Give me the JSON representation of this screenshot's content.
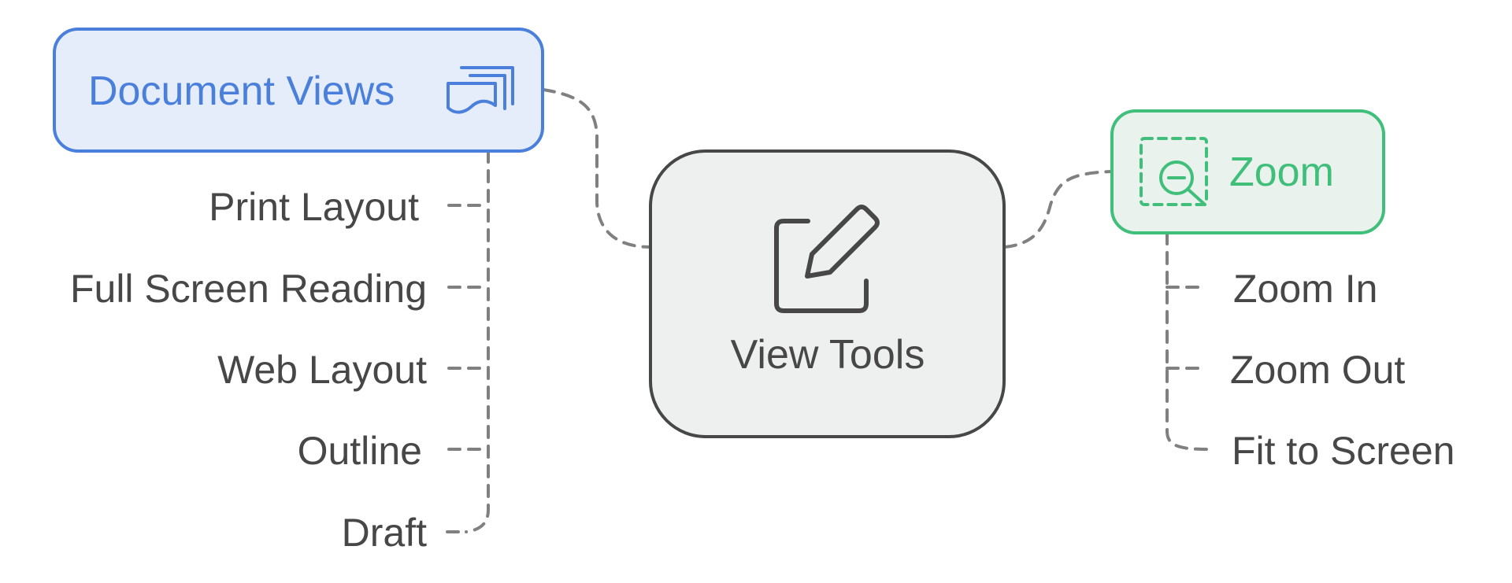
{
  "colors": {
    "background": "#ffffff",
    "connector": "#808080",
    "text_dark": "#474747",
    "central_fill": "#edf0ef",
    "central_stroke": "#474747",
    "views_fill": "#e5edfa",
    "views_stroke": "#4a7fdc",
    "views_text": "#4a7fdc",
    "zoom_fill": "#eaf2ee",
    "zoom_stroke": "#3fbf7a",
    "zoom_text": "#3fbf7a"
  },
  "central": {
    "label": "View Tools",
    "icon": "edit-icon"
  },
  "document_views": {
    "label": "Document Views",
    "icon": "pages-icon",
    "items": [
      {
        "label": "Print Layout"
      },
      {
        "label": "Full Screen Reading"
      },
      {
        "label": "Web Layout"
      },
      {
        "label": "Outline"
      },
      {
        "label": "Draft"
      }
    ]
  },
  "zoom": {
    "label": "Zoom",
    "icon": "zoom-out-icon",
    "items": [
      {
        "label": "Zoom In"
      },
      {
        "label": "Zoom Out"
      },
      {
        "label": "Fit to Screen"
      }
    ]
  }
}
